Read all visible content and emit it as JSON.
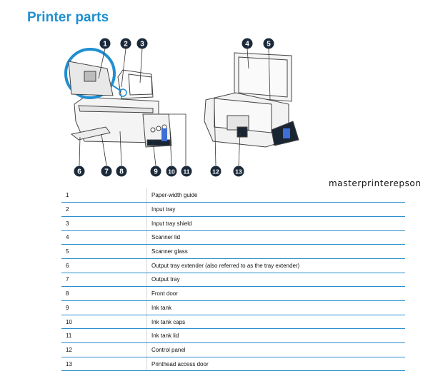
{
  "page": {
    "title": "Printer parts",
    "watermark": "masterprinterepson"
  },
  "figure": {
    "callouts": [
      "1",
      "2",
      "3",
      "4",
      "5",
      "6",
      "7",
      "8",
      "9",
      "10",
      "11",
      "12",
      "13"
    ]
  },
  "table": {
    "rows": [
      {
        "number": "1",
        "name": "Paper-width guide"
      },
      {
        "number": "2",
        "name": "Input tray"
      },
      {
        "number": "3",
        "name": "Input tray shield"
      },
      {
        "number": "4",
        "name": "Scanner lid"
      },
      {
        "number": "5",
        "name": "Scanner glass"
      },
      {
        "number": "6",
        "name": "Output tray extender (also referred to as the tray extender)"
      },
      {
        "number": "7",
        "name": "Output tray"
      },
      {
        "number": "8",
        "name": "Front door"
      },
      {
        "number": "9",
        "name": "Ink tank"
      },
      {
        "number": "10",
        "name": "Ink tank caps"
      },
      {
        "number": "11",
        "name": "Ink tank lid"
      },
      {
        "number": "12",
        "name": "Control panel"
      },
      {
        "number": "13",
        "name": "Printhead access door"
      }
    ]
  },
  "colors": {
    "accent": "#1f8fd1",
    "badge": "#1b2a3a",
    "rule": "#2a8fcf"
  }
}
